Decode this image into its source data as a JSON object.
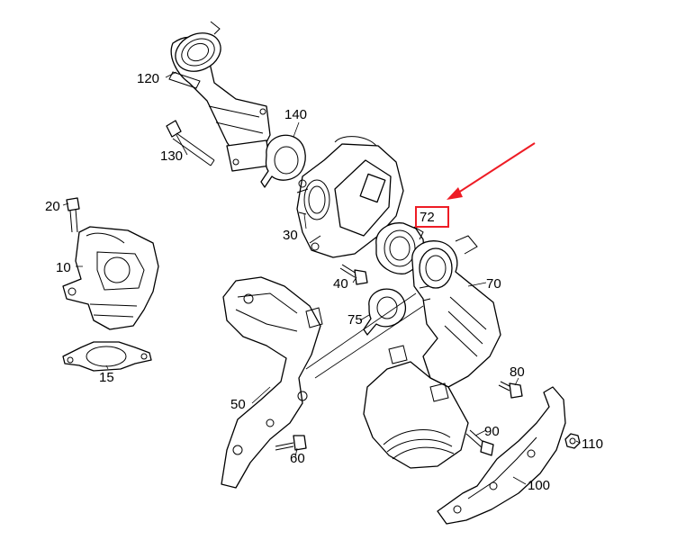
{
  "diagram": {
    "callouts": {
      "p10": "10",
      "p15": "15",
      "p20": "20",
      "p30": "30",
      "p40": "40",
      "p50": "50",
      "p60": "60",
      "p70": "70",
      "p72": "72",
      "p75": "75",
      "p80": "80",
      "p90": "90",
      "p100": "100",
      "p110": "110",
      "p120": "120",
      "p130": "130",
      "p140": "140"
    },
    "highlight": {
      "part": "72",
      "box_color": "#ee1c25",
      "arrow_color": "#ee1c25"
    }
  }
}
